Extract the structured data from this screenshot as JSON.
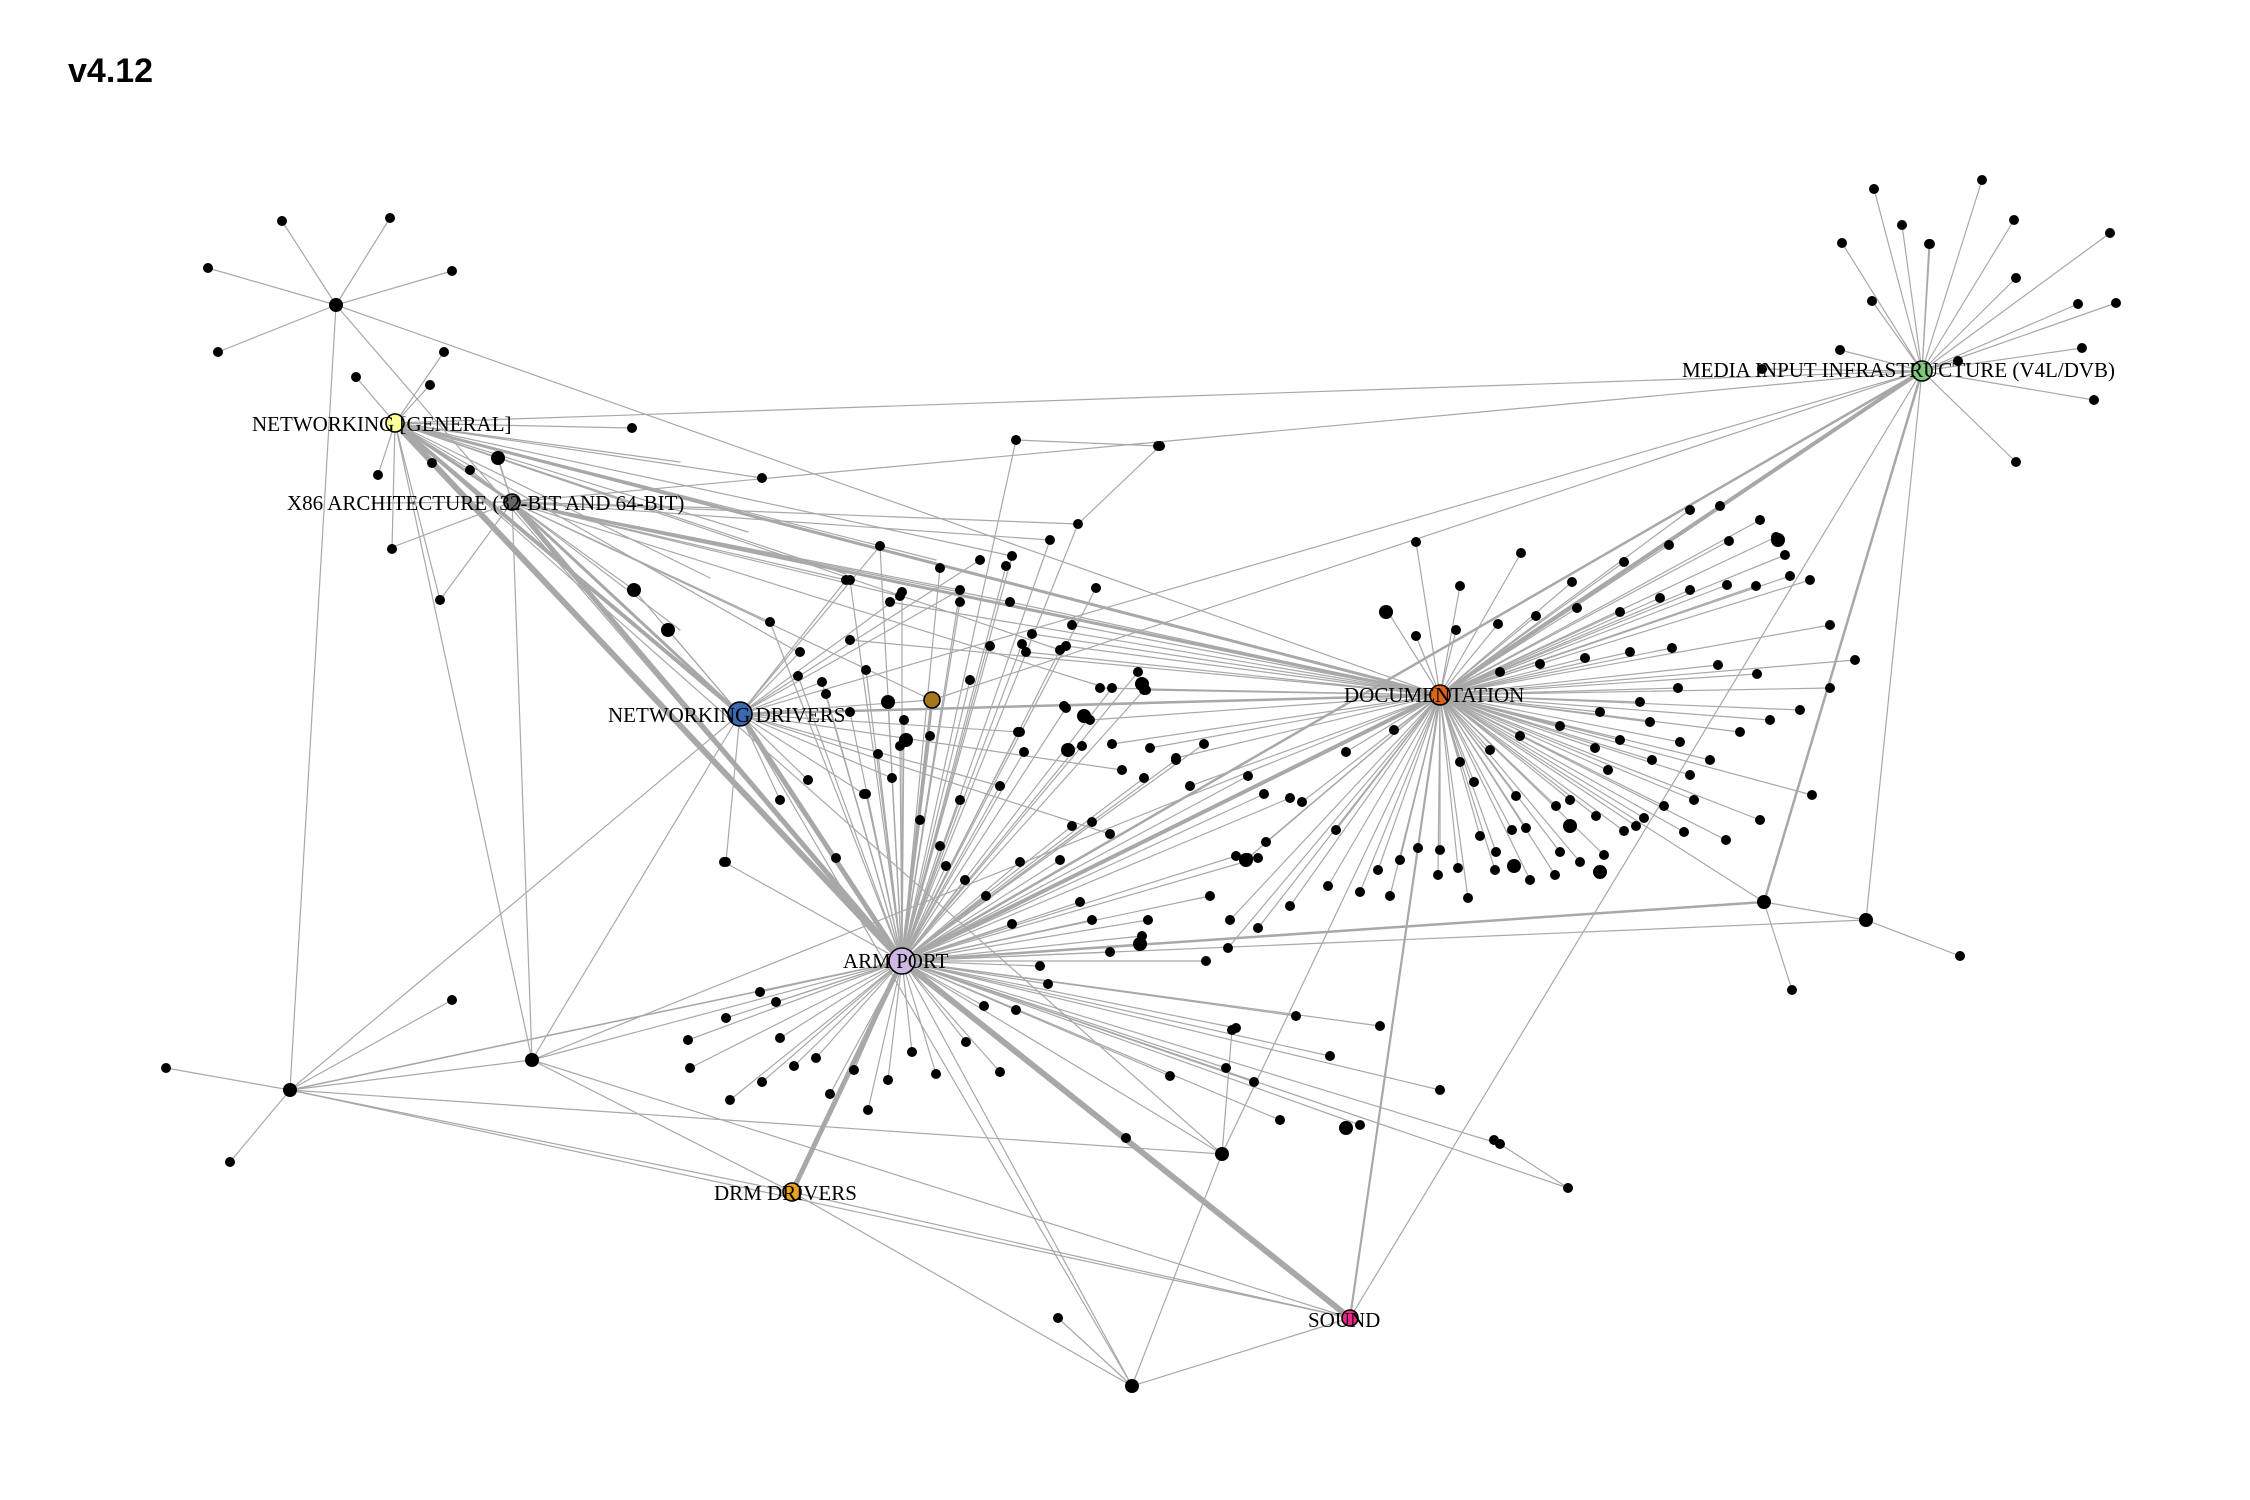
{
  "title": "v4.12",
  "colors": {
    "edge": "#a8a8a8",
    "leaf_node": "#000000",
    "arm_port": "#cdb9e3",
    "documentation": "#d9641a",
    "networking_drivers": "#3c68b0",
    "media_input": "#7fc77f",
    "networking_general": "#ffff99",
    "x86": "#666666",
    "drm_drivers": "#e6a31f",
    "sound": "#e7298a",
    "brown_node": "#a6761d"
  },
  "hub_labels": {
    "arm_port": "ARM PORT",
    "documentation": "DOCUMENTATION",
    "networking_drivers": "NETWORKING DRIVERS",
    "media_input": "MEDIA INPUT INFRASTRUCTURE (V4L/DVB)",
    "networking_general": "NETWORKING [GENERAL]",
    "x86": "X86 ARCHITECTURE (32-BIT AND 64-BIT)",
    "drm_drivers": "DRM DRIVERS",
    "sound": "SOUND"
  }
}
